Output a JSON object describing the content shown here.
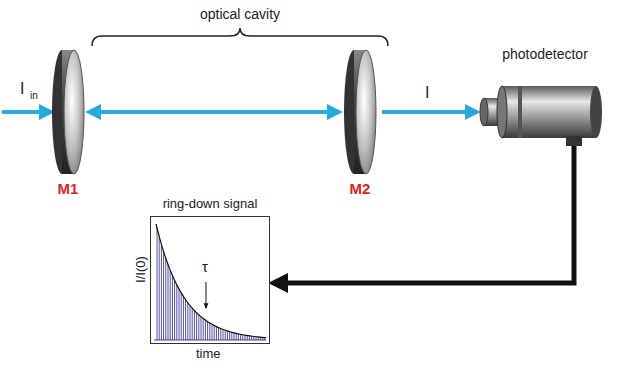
{
  "diagram": {
    "nodes": [
      {
        "text": [
          "M1"
        ]
      },
      {
        "text": [
          "M2"
        ]
      },
      {
        "text": [
          "photodetector"
        ]
      },
      {
        "text": [
          "ring-down signal"
        ]
      }
    ],
    "edges": [
      {
        "from": 0,
        "to": 1,
        "arrow": "both"
      },
      {
        "from": 1,
        "to": 2,
        "label": "I",
        "arrow": "to"
      },
      {
        "from": 2,
        "to": 3,
        "arrow": "to"
      }
    ],
    "labels": [
      "optical cavity",
      "I",
      "in",
      "I/I(0)",
      "τ",
      "time"
    ]
  }
}
